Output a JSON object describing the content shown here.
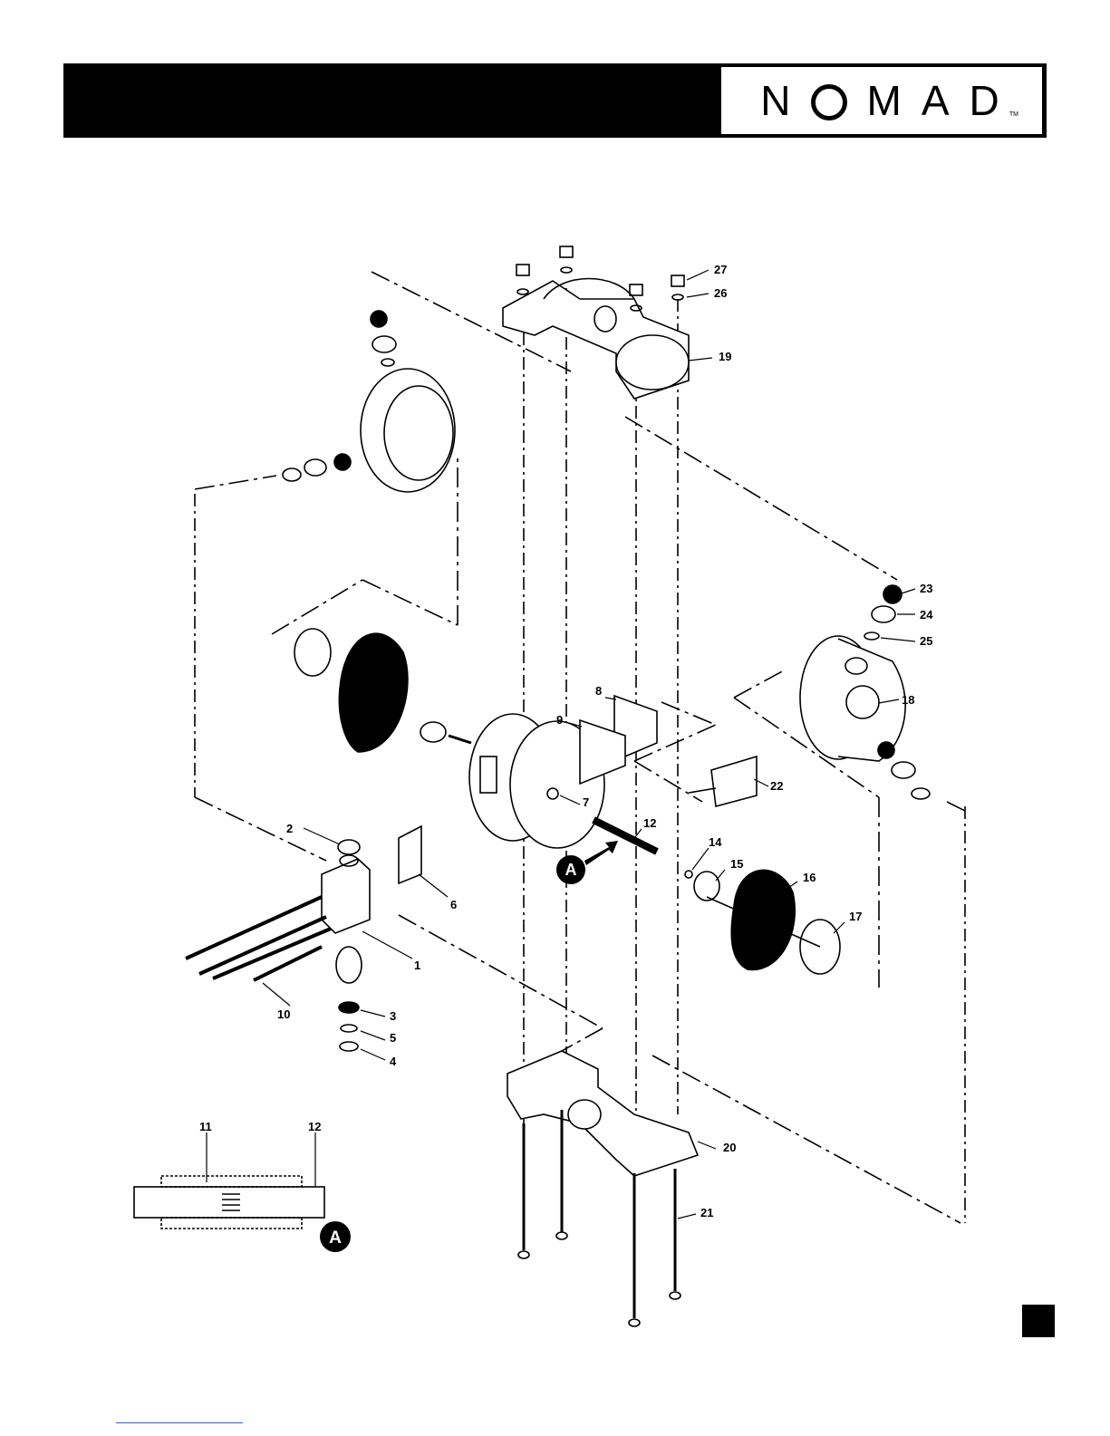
{
  "header": {
    "logo_text": "NOMAD",
    "trademark": "TM"
  },
  "callouts": {
    "c1": "1",
    "c2": "2",
    "c3": "3",
    "c4": "4",
    "c5": "5",
    "c6": "6",
    "c7": "7",
    "c8": "8",
    "c9": "9",
    "c10": "10",
    "c11": "11",
    "c12": "12",
    "c12b": "12",
    "c14": "14",
    "c15": "15",
    "c16": "16",
    "c17": "17",
    "c18": "18",
    "c19": "19",
    "c20": "20",
    "c21": "21",
    "c22": "22",
    "c23": "23",
    "c24": "24",
    "c25": "25",
    "c26": "26",
    "c27": "27"
  },
  "detail_marker": "A"
}
